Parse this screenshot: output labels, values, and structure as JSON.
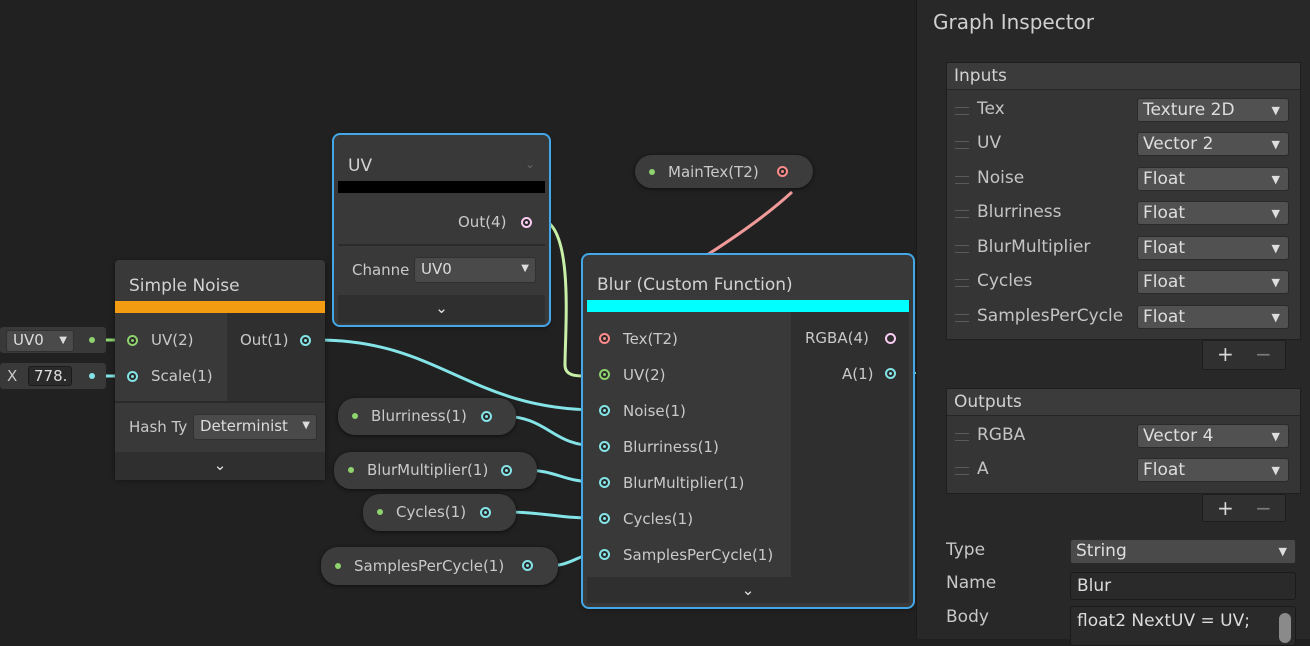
{
  "colors": {
    "accent_select": "#44a8e8",
    "noise_bar": "#f39c12",
    "custom_bar": "#00ffff",
    "uv_bar": "#000000",
    "vector2_port": "#8ed36e",
    "float_port": "#84e4e7",
    "texture_port": "#ff8b8b",
    "vector4_port": "#fbcbf4"
  },
  "noise_node": {
    "title": "Simple Noise",
    "inputs": [
      "UV(2)",
      "Scale(1)"
    ],
    "output": "Out(1)",
    "uv_default": "UV0",
    "scale_axis": "X",
    "scale_value": "778.",
    "hash_label": "Hash Ty",
    "hash_value": "Determinist",
    "expand_icon": "chevron-down-icon"
  },
  "uv_node": {
    "title": "UV",
    "output": "Out(4)",
    "channel_label": "Channe",
    "channel_value": "UV0"
  },
  "maintex_property": "MainTex(T2)",
  "properties": {
    "blurriness": "Blurriness(1)",
    "blur_multiplier": "BlurMultiplier(1)",
    "cycles": "Cycles(1)",
    "samples": "SamplesPerCycle(1)"
  },
  "custom_node": {
    "title": "Blur (Custom Function)",
    "inputs": [
      "Tex(T2)",
      "UV(2)",
      "Noise(1)",
      "Blurriness(1)",
      "BlurMultiplier(1)",
      "Cycles(1)",
      "SamplesPerCycle(1)"
    ],
    "outputs": [
      "RGBA(4)",
      "A(1)"
    ]
  },
  "inspector": {
    "title": "Graph Inspector",
    "inputs_header": "Inputs",
    "inputs": [
      {
        "name": "Tex",
        "type": "Texture 2D"
      },
      {
        "name": "UV",
        "type": "Vector 2"
      },
      {
        "name": "Noise",
        "type": "Float"
      },
      {
        "name": "Blurriness",
        "type": "Float"
      },
      {
        "name": "BlurMultiplier",
        "type": "Float"
      },
      {
        "name": "Cycles",
        "type": "Float"
      },
      {
        "name": "SamplesPerCycle",
        "type": "Float"
      }
    ],
    "outputs_header": "Outputs",
    "outputs": [
      {
        "name": "RGBA",
        "type": "Vector 4"
      },
      {
        "name": "A",
        "type": "Float"
      }
    ],
    "plus": "+",
    "minus": "−",
    "type_label": "Type",
    "type_value": "String",
    "name_label": "Name",
    "name_value": "Blur",
    "body_label": "Body",
    "body_value": "float2 NextUV = UV;"
  }
}
